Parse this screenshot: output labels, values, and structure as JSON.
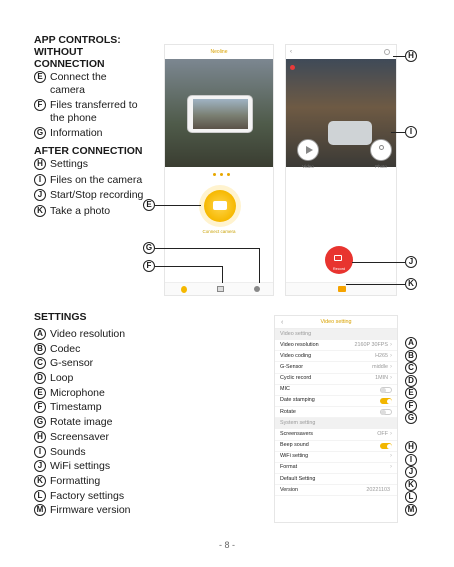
{
  "app_controls": {
    "heading": "APP CONTROLS:",
    "without_heading": "WITHOUT CONNECTION",
    "without_items": [
      {
        "badge": "E",
        "text": "Connect the camera"
      },
      {
        "badge": "F",
        "text": "Files transferred to the phone"
      },
      {
        "badge": "G",
        "text": "Information"
      }
    ],
    "after_heading": "AFTER CONNECTION",
    "after_items": [
      {
        "badge": "H",
        "text": "Settings"
      },
      {
        "badge": "I",
        "text": "Files on the camera"
      },
      {
        "badge": "J",
        "text": "Start/Stop recording"
      },
      {
        "badge": "K",
        "text": "Take a photo"
      }
    ]
  },
  "phone_left": {
    "title": "Neoline",
    "connect_label": "Connect camera"
  },
  "phone_right": {
    "video_label": "Video",
    "photo_label": "Photo",
    "record_label": "Record"
  },
  "callouts": {
    "e": "E",
    "g": "G",
    "f": "F",
    "h": "H",
    "i": "I",
    "j": "J",
    "k": "K"
  },
  "settings_section": {
    "heading": "SETTINGS",
    "items": [
      {
        "badge": "A",
        "text": "Video resolution"
      },
      {
        "badge": "B",
        "text": "Codec"
      },
      {
        "badge": "C",
        "text": "G-sensor"
      },
      {
        "badge": "D",
        "text": "Loop"
      },
      {
        "badge": "E",
        "text": "Microphone"
      },
      {
        "badge": "F",
        "text": "Timestamp"
      },
      {
        "badge": "G",
        "text": "Rotate image"
      },
      {
        "badge": "H",
        "text": "Screensaver"
      },
      {
        "badge": "I",
        "text": "Sounds"
      },
      {
        "badge": "J",
        "text": "WiFi settings"
      },
      {
        "badge": "K",
        "text": "Formatting"
      },
      {
        "badge": "L",
        "text": "Factory settings"
      },
      {
        "badge": "M",
        "text": "Firmware version"
      }
    ]
  },
  "settings_screen": {
    "title": "Video setting",
    "group_video": "Video setting",
    "rows_video": [
      {
        "label": "Video resolution",
        "value": "2160P 30FPS"
      },
      {
        "label": "Video coding",
        "value": "H265"
      },
      {
        "label": "G-Sensor",
        "value": "middle"
      },
      {
        "label": "Cyclic record",
        "value": "1MIN"
      },
      {
        "label": "MIC",
        "value": ""
      },
      {
        "label": "Date stamping",
        "value": ""
      },
      {
        "label": "Rotate",
        "value": ""
      }
    ],
    "group_system": "System setting",
    "rows_system": [
      {
        "label": "Screensavers",
        "value": "OFF"
      },
      {
        "label": "Beep sound",
        "value": ""
      },
      {
        "label": "WiFi setting",
        "value": ""
      },
      {
        "label": "Format",
        "value": ""
      },
      {
        "label": "Default Setting",
        "value": ""
      },
      {
        "label": "Version",
        "value": "20221103"
      }
    ]
  },
  "right_callouts": [
    "A",
    "B",
    "C",
    "D",
    "E",
    "F",
    "G",
    "H",
    "I",
    "J",
    "K",
    "L",
    "M"
  ],
  "page_number": "- 8 -"
}
